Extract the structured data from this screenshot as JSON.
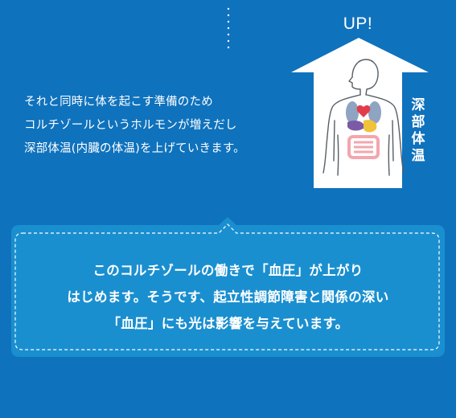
{
  "intro": {
    "lines": [
      "それと同時に体を起こす準備のため",
      "コルチゾールというホルモンが増えだし",
      "深部体温(内臓の体温)を上げていきます。"
    ]
  },
  "arrow": {
    "label": "UP!",
    "side_label": [
      "深",
      "部",
      "体",
      "温"
    ]
  },
  "bubble": {
    "lines": [
      "このコルチゾールの働きで「血圧」が上がり",
      "はじめます。そうです、起立性調節障害と関係の深い",
      "「血圧」にも光は影響を与えています。"
    ]
  },
  "colors": {
    "background": "#0f72bd",
    "bubble_fill": "#1a8fd0",
    "text": "#ffffff",
    "heart": "#e23b4a",
    "lungs": "#8fa3c2",
    "liver": "#7b5aa6",
    "stomach": "#f0c33a",
    "intestine": "#f3a6ad"
  }
}
